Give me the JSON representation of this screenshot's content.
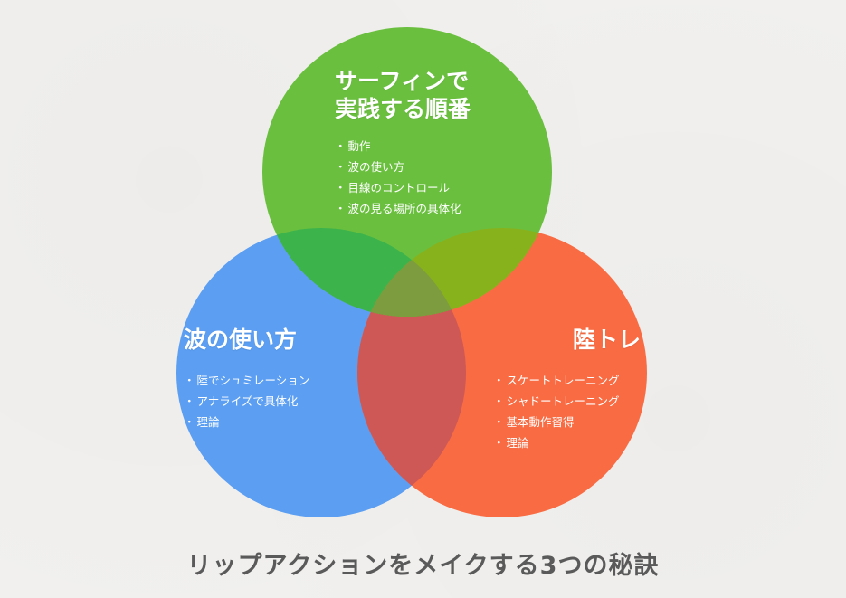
{
  "diagram": {
    "circles": [
      {
        "id": "green",
        "color": "#6abf3f",
        "title_lines": [
          "サーフィンで",
          "実践する順番"
        ],
        "items": [
          "動作",
          "波の使い方",
          "目線のコントロール",
          "波の見る場所の具体化"
        ]
      },
      {
        "id": "blue",
        "color": "#5b9ef2",
        "title_lines": [
          "波の使い方"
        ],
        "items": [
          "陸でシュミレーション",
          "アナライズで具体化",
          "理論"
        ]
      },
      {
        "id": "orange",
        "color": "#f96c43",
        "title_lines": [
          "陸トレ"
        ],
        "items": [
          "スケートトレーニング",
          "シャドートレーニング",
          "基本動作習得",
          "理論"
        ]
      }
    ],
    "overlap_colors": {
      "green_blue": "#3cb34b",
      "green_orange": "#88b21c",
      "blue_orange": "#cd5856",
      "center": "#7d9c3f"
    }
  },
  "caption": "リップアクションをメイクする3つの秘訣"
}
